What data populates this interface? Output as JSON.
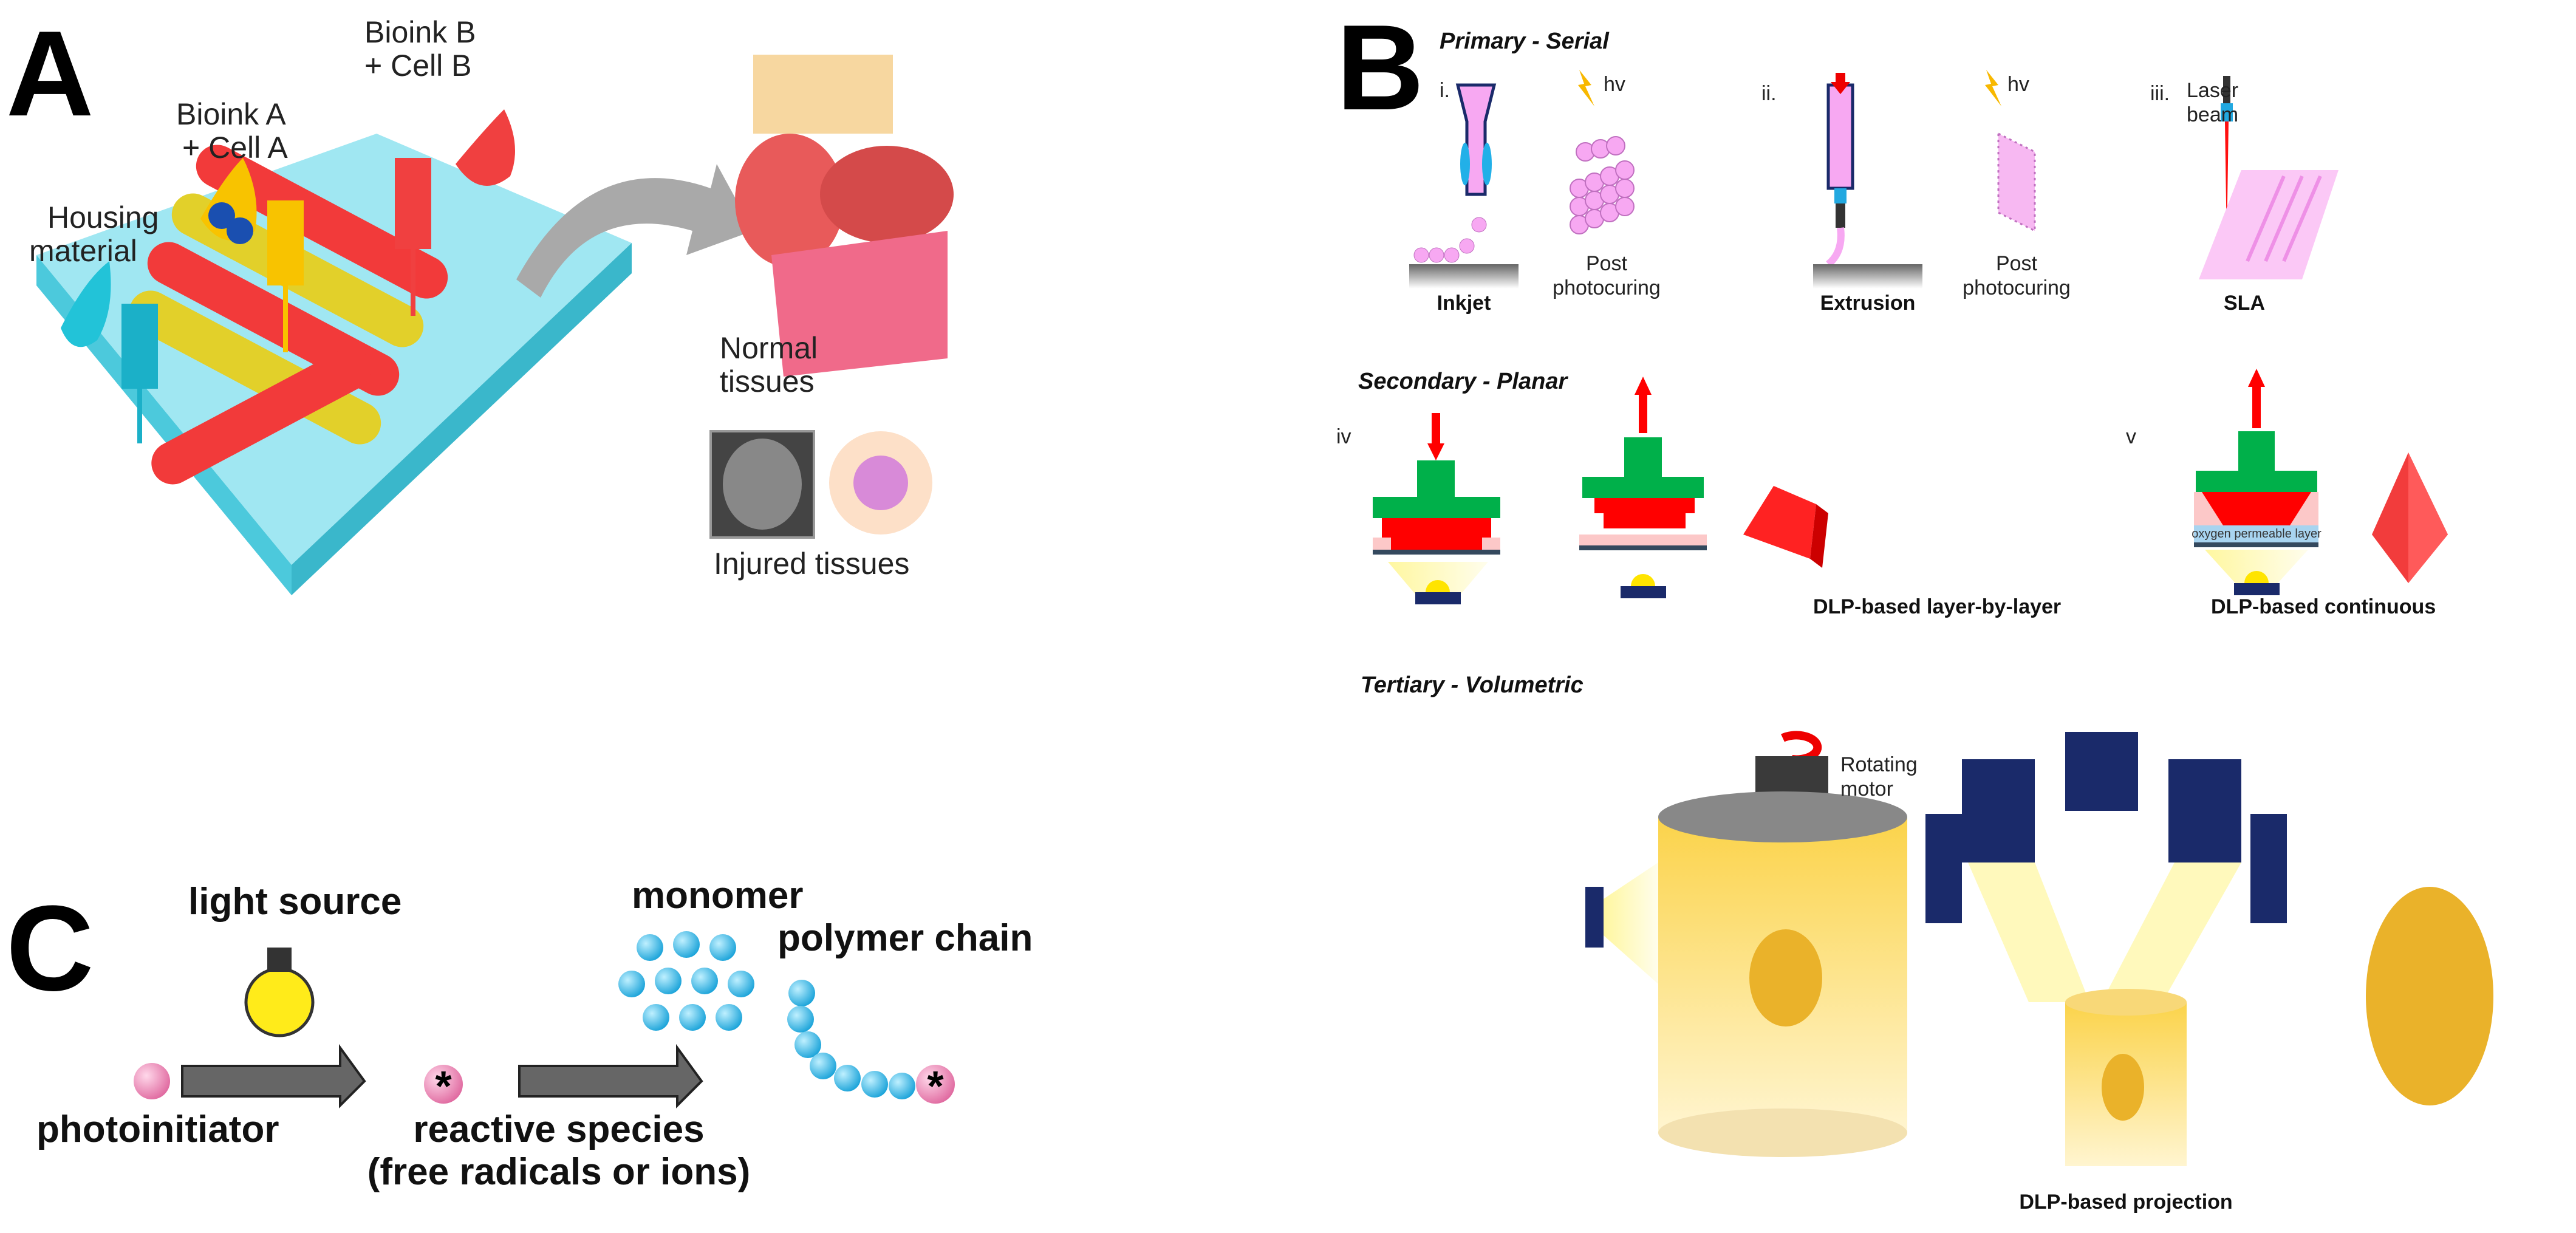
{
  "panels": {
    "a": "A",
    "b": "B",
    "c": "C"
  },
  "panel_a": {
    "housing": [
      "Housing",
      "material"
    ],
    "bioink_a": [
      "Bioink A",
      "+ Cell A"
    ],
    "bioink_b": [
      "Bioink B",
      "+ Cell B"
    ],
    "normal": [
      "Normal",
      "tissues"
    ],
    "injured": "Injured tissues"
  },
  "panel_b": {
    "primary": "Primary - Serial",
    "secondary": "Secondary - Planar",
    "tertiary": "Tertiary - Volumetric",
    "num_i": "i.",
    "num_ii": "ii.",
    "num_iii": "iii.",
    "num_iv": "iv",
    "num_v": "v",
    "hv": "hv",
    "laser": [
      "Laser",
      "beam"
    ],
    "post": [
      "Post",
      "photocuring"
    ],
    "inkjet": "Inkjet",
    "extrusion": "Extrusion",
    "sla": "SLA",
    "layer": "DLP-based layer-by-layer",
    "continuous": "DLP-based continuous",
    "oxygen": "oxygen permeable layer",
    "motor": [
      "Rotating",
      "motor"
    ],
    "projection": "DLP-based projection"
  },
  "panel_c": {
    "light": "light source",
    "monomer": "monomer",
    "polymer": "polymer chain",
    "photoinitiator": "photoinitiator",
    "reactive": [
      "reactive species",
      "(free radicals or ions)"
    ],
    "star": "*"
  },
  "colors": {
    "cyan": "#22c3d8",
    "yellow": "#f8c300",
    "red": "#f03c3c",
    "pink": "#f7a8f2",
    "green": "#00b04a",
    "blue": "#27a9e1",
    "gold": "#f1b733"
  }
}
